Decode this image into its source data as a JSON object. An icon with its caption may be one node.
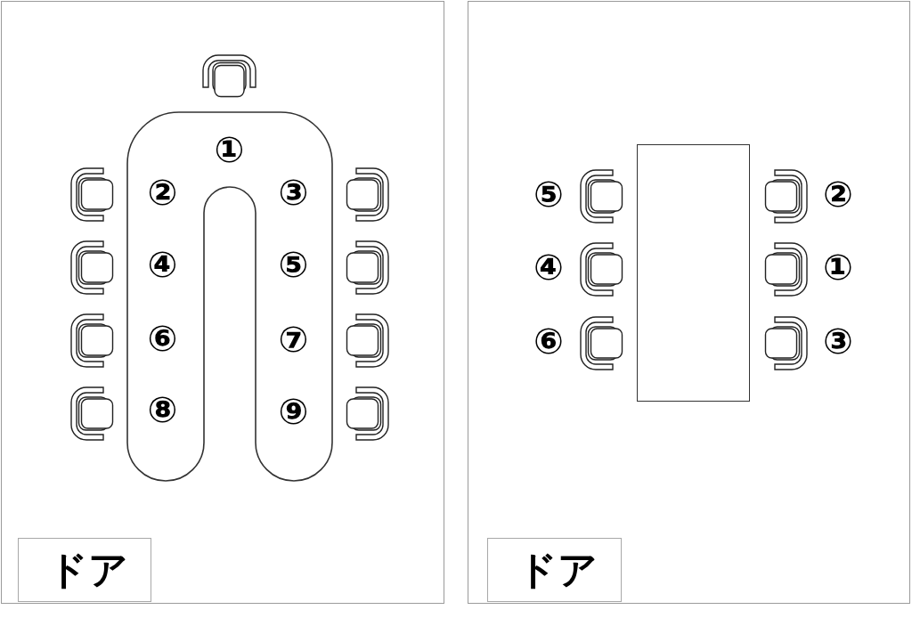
{
  "diagram": {
    "nodes": [
      {
        "text": [],
        "shape": "box"
      },
      {
        "text": [
          "①",
          "②",
          "③",
          "④",
          "⑤",
          "⑥",
          "⑦",
          "⑧",
          "⑨"
        ],
        "in": 0
      },
      {
        "text": [
          "ドア"
        ],
        "in": 0
      },
      {
        "text": [],
        "shape": "box"
      },
      {
        "text": [],
        "shape": "box",
        "in": 3
      },
      {
        "text": [
          "ドア"
        ],
        "in": 3
      }
    ],
    "labels": [
      "⑤",
      "②",
      "④",
      "①",
      "⑥",
      "③"
    ]
  }
}
